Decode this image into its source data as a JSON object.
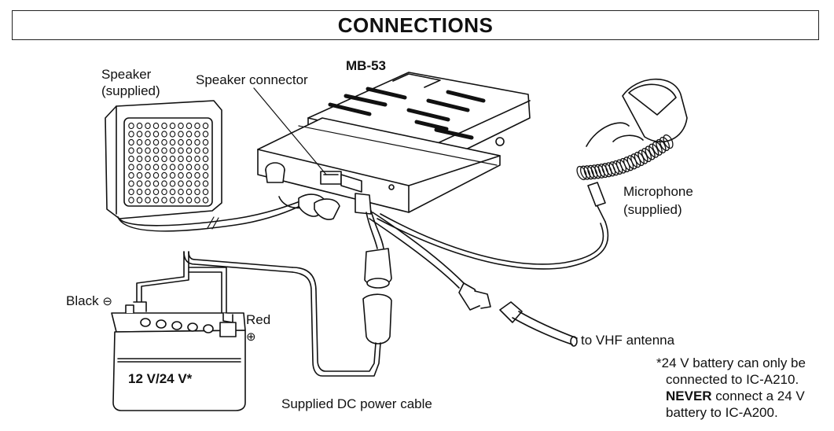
{
  "title": "CONNECTIONS",
  "labels": {
    "mount_bracket": "MB-53",
    "speaker_line1": "Speaker",
    "speaker_line2": "(supplied)",
    "speaker_connector": "Speaker connector",
    "microphone_line1": "Microphone",
    "microphone_line2": "(supplied)",
    "black_terminal": "Black",
    "black_symbol": "⊖",
    "red_terminal": "Red",
    "red_symbol": "⊕",
    "battery_voltage": "12 V/24 V*",
    "antenna": "to VHF antenna",
    "power_cable": "Supplied DC power cable"
  },
  "note": {
    "line1": "*24 V battery can only be",
    "line2": "connected to IC-A210.",
    "line3_bold": "NEVER",
    "line3_rest": " connect a 24 V",
    "line4": "battery to IC-A200."
  }
}
